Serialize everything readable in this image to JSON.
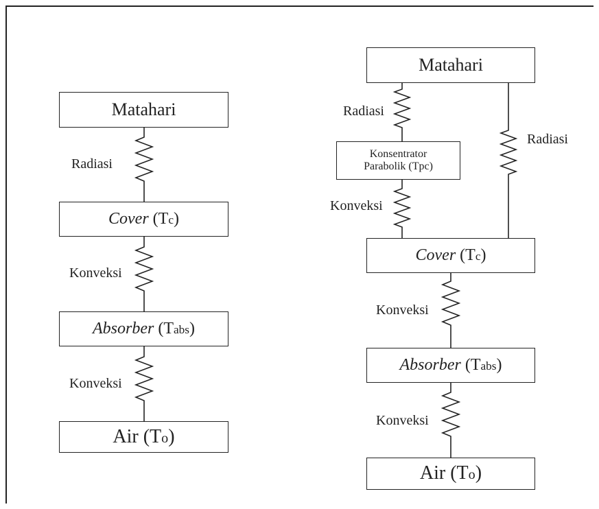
{
  "left": {
    "sun": "Matahari",
    "link1": "Radiasi",
    "cover": {
      "italic": "Cover",
      "pre": " (T",
      "sub": "c",
      "post": ")"
    },
    "link2": "Konveksi",
    "absorber": {
      "italic": "Absorber",
      "pre": " (T",
      "sub": "abs",
      "post": ")"
    },
    "link3": "Konveksi",
    "water": {
      "pre": "Air (T",
      "sub": "o",
      "post": ")"
    }
  },
  "right": {
    "sun": "Matahari",
    "link_radiasi_concentrator": "Radiasi",
    "concentrator_line1": "Konsentrator",
    "concentrator_line2": "Parabolik (Tpc)",
    "link_radiasi_direct": "Radiasi",
    "link_konveksi_concentrator": "Konveksi",
    "cover": {
      "italic": "Cover",
      "pre": " (T",
      "sub": "c",
      "post": ")"
    },
    "link_konveksi_cover": "Konveksi",
    "absorber": {
      "italic": "Absorber",
      "pre": " (T",
      "sub": "abs",
      "post": ")"
    },
    "link_konveksi_absorber": "Konveksi",
    "water": {
      "pre": "Air (T",
      "sub": "o",
      "post": ")"
    }
  }
}
